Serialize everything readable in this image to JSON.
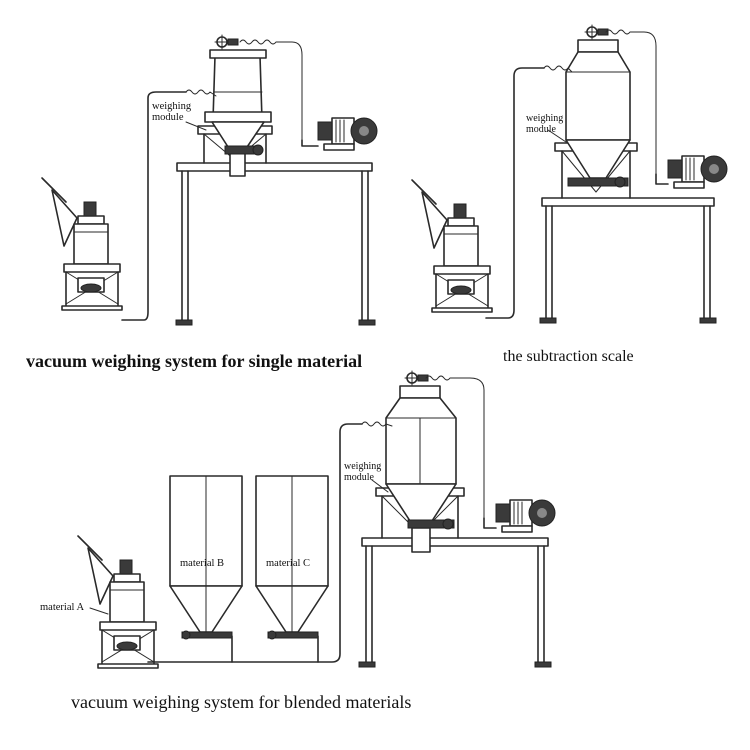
{
  "captions": {
    "single": "vacuum weighing system for single material",
    "subtraction": "the subtraction scale",
    "blended": "vacuum weighing system for blended materials"
  },
  "labels": {
    "weighing_module_1a": "weighing",
    "weighing_module_1b": "module",
    "weighing_module_2a": "weighing",
    "weighing_module_2b": "module",
    "weighing_module_3a": "weighing",
    "weighing_module_3b": "module",
    "material_a": "material A",
    "material_b": "material B",
    "material_c": "material C"
  },
  "colors": {
    "line": "#2a2a2a",
    "background": "#ffffff",
    "dark_parts": "#3a3a3a"
  }
}
